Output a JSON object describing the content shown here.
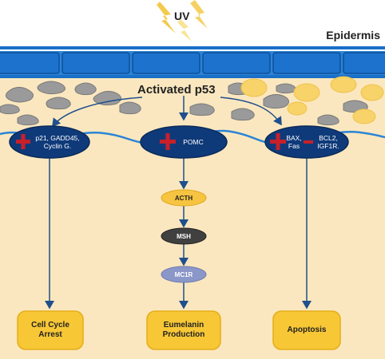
{
  "uv_label": "UV",
  "layer_label": "Epidermis",
  "hub_label": "Activated p53",
  "nodes": {
    "left": {
      "line1": "p21, GADD45,",
      "line2": "Cyclin G."
    },
    "center": {
      "label": "POMC"
    },
    "right": {
      "left1": "BAX,",
      "left2": "Fas",
      "right1": "BCL2,",
      "right2": "IGF1R."
    }
  },
  "steps": [
    "ACTH",
    "MSH",
    "MC1R"
  ],
  "outcomes": {
    "left": {
      "line1": "Cell Cycle",
      "line2": "Arrest"
    },
    "center": {
      "line1": "Eumelanin",
      "line2": "Production"
    },
    "right": {
      "line1": "Apoptosis"
    }
  },
  "colors": {
    "node_blue": "#0f3a7a",
    "arrow_blue": "#1f4f8c",
    "plus_red": "#c8202a",
    "acth": "#f6c440",
    "msh": "#404040",
    "mc1r": "#8b97c9",
    "outcome": "#f7c736",
    "band_blue": "#1a6fc8",
    "dermis": "#fbe7bf"
  }
}
